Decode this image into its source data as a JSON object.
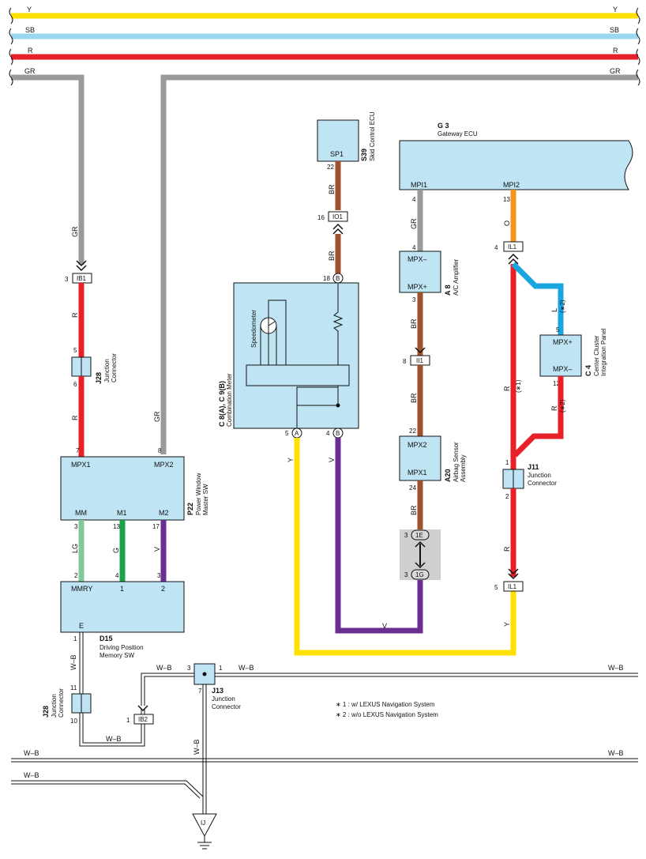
{
  "colors": {
    "Y": "#ffe000",
    "SB": "#9ad8f2",
    "R": "#e8202a",
    "GR": "#9a9a9a",
    "BR": "#a0522d",
    "V": "#6a2d91",
    "LG": "#82c99a",
    "G": "#1aa34a",
    "O": "#f7941d",
    "L": "#19a5e0",
    "WB": "#111111",
    "box": "#bfe4f4"
  },
  "buses": {
    "y": {
      "left": "Y",
      "right": "Y"
    },
    "sb": {
      "left": "SB",
      "right": "SB"
    },
    "r": {
      "left": "R",
      "right": "R"
    },
    "gr": {
      "left": "GR",
      "right": "GR"
    }
  },
  "components": {
    "s39": {
      "code": "S39",
      "name": "Skid Control ECU",
      "pin": "SP1",
      "pin_no": "22"
    },
    "g3": {
      "code": "G 3",
      "name": "Gateway ECU",
      "pins": [
        "MPI1",
        "MPI2"
      ],
      "pin_nos": [
        "4",
        "13"
      ]
    },
    "a8": {
      "code": "A 8",
      "name": "A/C Amplifier",
      "pins": [
        "MPX–",
        "MPX+"
      ],
      "pin_nos": [
        "4",
        "3"
      ]
    },
    "c4": {
      "code": "C 4",
      "name1": "Center Cluster",
      "name2": "Integration Panel",
      "pins": [
        "MPX+",
        "MPX–"
      ],
      "pin_nos": [
        "5",
        "12"
      ]
    },
    "meter": {
      "code": "C 8(A), C 9(B)",
      "name": "Combination Meter",
      "speedometer": "Speedometer",
      "pins": [
        "18",
        "5",
        "4"
      ],
      "conns": [
        "B",
        "A",
        "B"
      ]
    },
    "a20": {
      "code": "A20",
      "name1": "Airbag Sensor",
      "name2": "Assembly",
      "pins": [
        "MPX2",
        "MPX1"
      ],
      "pin_nos": [
        "22",
        "24"
      ]
    },
    "j11": {
      "code": "J11",
      "name1": "Junction",
      "name2": "Connector",
      "pins": [
        "1",
        "2"
      ]
    },
    "j28a": {
      "code": "J28",
      "name1": "Junction",
      "name2": "Connector",
      "pins": [
        "5",
        "6"
      ]
    },
    "p22": {
      "code": "P22",
      "name1": "Power Window",
      "name2": "Master SW",
      "top": [
        "MPX1",
        "MPX2"
      ],
      "top_nos": [
        "7",
        "8"
      ],
      "bottom": [
        "MM",
        "M1",
        "M2"
      ],
      "bottom_nos": [
        "3",
        "13",
        "17"
      ]
    },
    "d15": {
      "code": "D15",
      "name1": "Driving Position",
      "name2": "Memory SW",
      "top": [
        "MMRY",
        "1",
        "2"
      ],
      "top_nos": [
        "2",
        "4",
        "3"
      ],
      "bottom": "E",
      "bottom_no": "1"
    },
    "j28b": {
      "code": "J28",
      "name1": "Junction",
      "name2": "Connector",
      "pins": [
        "11",
        "10"
      ]
    },
    "j13": {
      "code": "J13",
      "name1": "Junction",
      "name2": "Connector",
      "pins": [
        "3",
        "1",
        "7"
      ]
    },
    "ij": {
      "label": "IJ"
    }
  },
  "connectors": {
    "ib1": {
      "label": "IB1",
      "pin": "3"
    },
    "io1": {
      "label": "IO1",
      "pin": "16"
    },
    "ii1": {
      "label": "II1",
      "pin": "8"
    },
    "il1_top": {
      "label": "IL1",
      "pin": "4"
    },
    "il1_bottom": {
      "label": "IL1",
      "pin": "5"
    },
    "ib2": {
      "label": "IB2",
      "pin": "1"
    },
    "c1e": {
      "label": "1E",
      "pin": "3"
    },
    "c1g": {
      "label": "1G",
      "pin": "3"
    }
  },
  "wires": {
    "gr": "GR",
    "r": "R",
    "br": "BR",
    "y": "Y",
    "v": "V",
    "lg": "LG",
    "g": "G",
    "o": "O",
    "l": "L",
    "wb": "W–B",
    "star1": "(∗1)",
    "star2": "(∗2)"
  },
  "notes": [
    "∗ 1 : w/ LEXUS Navigation System",
    "∗ 2 : w/o LEXUS Navigation System"
  ]
}
